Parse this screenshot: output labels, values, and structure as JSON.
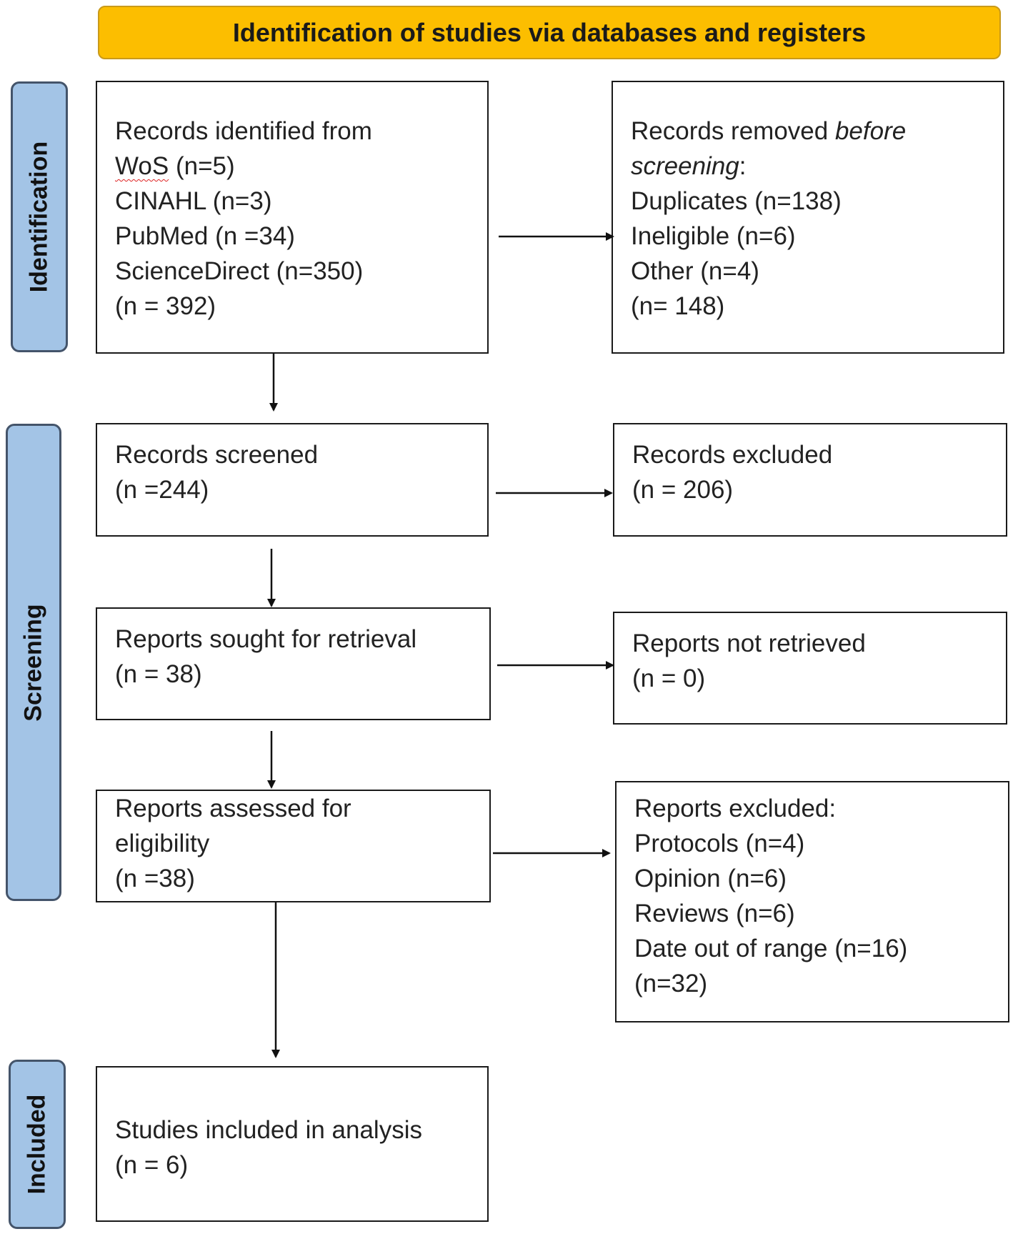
{
  "header": {
    "title": "Identification of studies via databases and registers"
  },
  "phases": {
    "identification": "Identification",
    "screening": "Screening",
    "included": "Included"
  },
  "boxes": {
    "records_identified": {
      "intro": "Records identified from",
      "wos_name": "WoS",
      "wos_count": " (n=5)",
      "cinahl": "CINAHL (n=3)",
      "pubmed": "PubMed (n =34)",
      "sciencedirect": "ScienceDirect (n=350)",
      "total": "(n = 392)"
    },
    "records_removed": {
      "intro_plain": "Records removed ",
      "intro_italic": "before",
      "screening_italic": "screening",
      "screening_colon": ":",
      "duplicates": "Duplicates (n=138)",
      "ineligible": "Ineligible (n=6)",
      "other": "Other (n=4)",
      "total": "(n= 148)"
    },
    "records_screened": {
      "label": "Records screened",
      "count": "(n =244)"
    },
    "records_excluded": {
      "label": "Records excluded",
      "count": "(n = 206)"
    },
    "reports_sought": {
      "label": "Reports sought for retrieval",
      "count": "(n = 38)"
    },
    "reports_not_retrieved": {
      "label": "Reports not retrieved",
      "count": "(n = 0)"
    },
    "reports_assessed": {
      "label1": "Reports assessed for",
      "label2": "eligibility",
      "count": "(n =38)"
    },
    "reports_excluded": {
      "label": "Reports excluded:",
      "protocols": "Protocols (n=4)",
      "opinion": "Opinion (n=6)",
      "reviews": "Reviews (n=6)",
      "date_out_of_range": "Date out of range (n=16)",
      "total": "(n=32)"
    },
    "studies_included": {
      "label": "Studies included in analysis",
      "count": "(n = 6)"
    }
  },
  "colors": {
    "header_fill": "#fcbe00",
    "phase_fill": "#a3c4e6",
    "phase_border": "#44546a",
    "spellcheck_underline": "#d22222"
  }
}
